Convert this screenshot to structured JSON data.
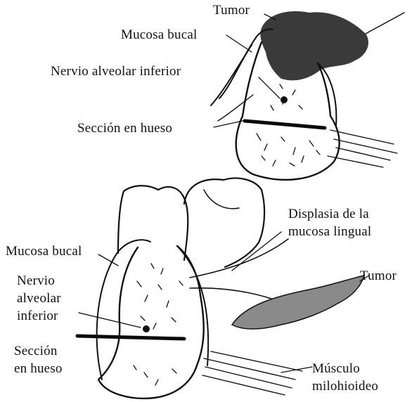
{
  "figure": {
    "top_view": {
      "labels": {
        "tumor": "Tumor",
        "buccal_mucosa": "Mucosa bucal",
        "inferior_alveolar_nerve": "Nervio alveolar inferior",
        "bone_section": "Sección en hueso"
      }
    },
    "bottom_view": {
      "labels": {
        "lingual_dysplasia_line1": "Displasia de la",
        "lingual_dysplasia_line2": "mucosa lingual",
        "buccal_mucosa": "Mucosa bucal",
        "nerve_line1": "Nervio",
        "nerve_line2": "alveolar",
        "nerve_line3": "inferior",
        "tumor": "Tumor",
        "bone_section_line1": "Sección",
        "bone_section_line2": "en hueso",
        "muscle_line1": "Músculo",
        "muscle_line2": "milohioideo"
      }
    },
    "colors": {
      "ink": "#111111",
      "background": "#ffffff"
    }
  }
}
